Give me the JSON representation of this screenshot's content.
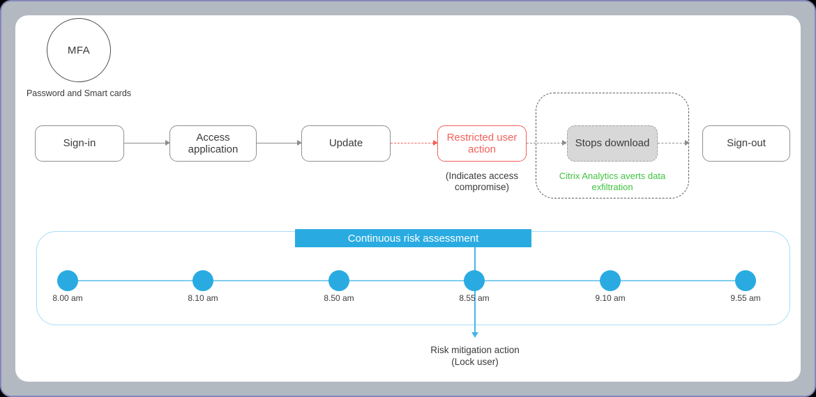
{
  "colors": {
    "accent_blue": "#29abe2",
    "light_blue_border": "#a5dcf5",
    "alert_red": "#f2605a",
    "success_green": "#3ec43e",
    "frame_gray": "#b3b9c1",
    "node_border_gray": "#8f8f8f",
    "highlight_fill": "#d8d8d8"
  },
  "mfa": {
    "label": "MFA",
    "caption": "Password and Smart cards"
  },
  "flow": {
    "nodes": [
      {
        "label": "Sign-in",
        "style": "normal"
      },
      {
        "label": "Access application",
        "style": "normal"
      },
      {
        "label": "Update",
        "style": "normal"
      },
      {
        "label": "Restricted user action",
        "style": "alert"
      },
      {
        "label": "Stops download",
        "style": "highlight"
      },
      {
        "label": "Sign-out",
        "style": "normal"
      }
    ],
    "restricted_note": "(Indicates access compromise)",
    "analytics_note": "Citrix Analytics averts data exfiltration"
  },
  "timeline": {
    "title": "Continuous risk assessment",
    "events": [
      "8.00 am",
      "8.10 am",
      "8.50 am",
      "8.55 am",
      "9.10 am",
      "9.55 am"
    ],
    "highlighted_event": "8.55 am",
    "action_line1": "Risk mitigation action",
    "action_line2": "(Lock user)"
  }
}
